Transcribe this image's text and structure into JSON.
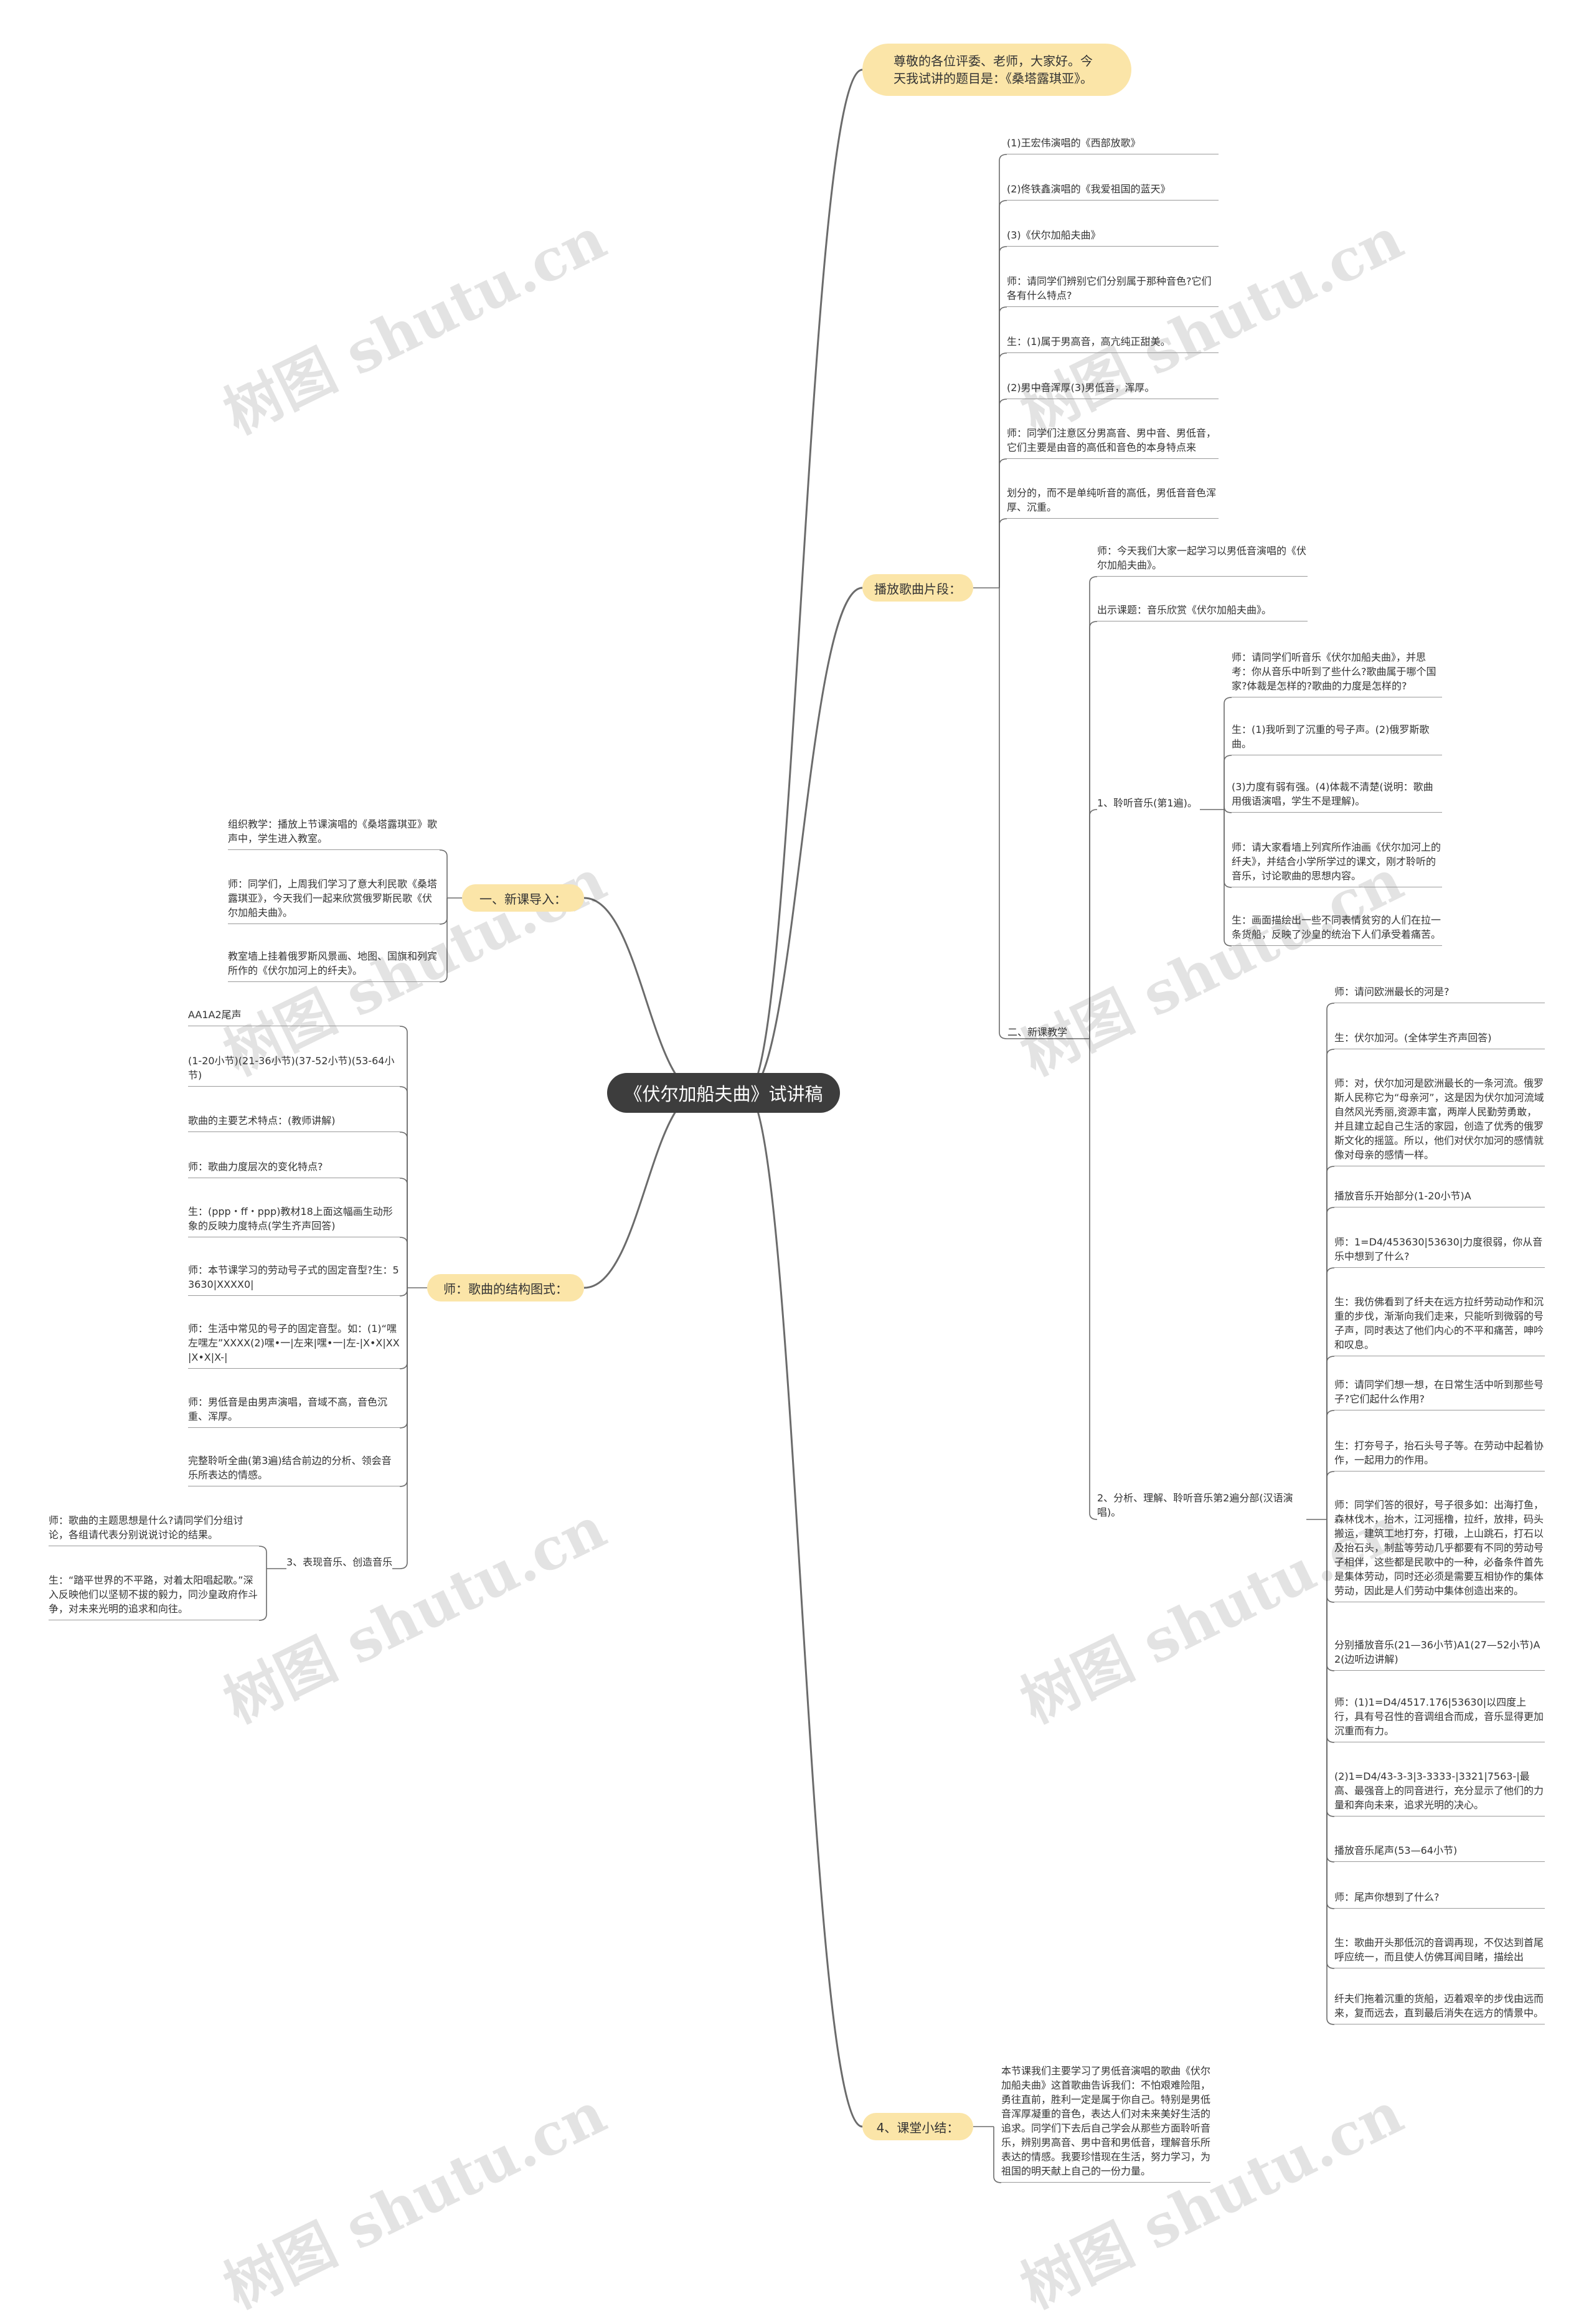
{
  "root": {
    "title": "《伏尔加船夫曲》试讲稿"
  },
  "greeting": "尊敬的各位评委、老师，大家好。今天我试讲的题目是：《桑塔露琪亚》。",
  "branches": {
    "play_clips": "播放歌曲片段：",
    "new_intro": "一、新课导入：",
    "structure": "师：歌曲的结构图式：",
    "summary": "4、课堂小结："
  },
  "play_clips_items": [
    "(1)王宏伟演唱的《西部放歌》",
    "(2)佟铁鑫演唱的《我爱祖国的蓝天》",
    "(3)《伏尔加船夫曲》",
    "师：请同学们辨别它们分别属于那种音色?它们各有什么特点?",
    "生：(1)属于男高音，高亢纯正甜美。",
    "(2)男中音浑厚(3)男低音，浑厚。",
    "师：同学们注意区分男高音、男中音、男低音，它们主要是由音的高低和音色的本身特点来",
    "划分的，而不是单纯听音的高低，男低音音色浑厚、沉重。"
  ],
  "teach": {
    "label": "二、新课教学",
    "intro1": "师：今天我们大家一起学习以男低音演唱的《伏尔加船夫曲》。",
    "intro2": "出示课题：音乐欣赏《伏尔加船夫曲》。",
    "listen_label": "1、聆听音乐(第1遍)。",
    "listen_items": [
      "师：请同学们听音乐《伏尔加船夫曲》，并思考：你从音乐中听到了些什么?歌曲属于哪个国家?体裁是怎样的?歌曲的力度是怎样的?",
      "生：(1)我听到了沉重的号子声。(2)俄罗斯歌曲。",
      "(3)力度有弱有强。(4)体裁不清楚(说明：歌曲用俄语演唱，学生不是理解)。",
      "师：请大家看墙上列宾所作油画《伏尔加河上的纤夫》，并结合小学所学过的课文，刚才聆听的音乐，讨论歌曲的思想内容。",
      "生：画面描绘出一些不同表情贫穷的人们在拉一条货船，反映了沙皇的统治下人们承受着痛苦。"
    ],
    "analyze_label": "2、分析、理解、聆听音乐第2遍分部(汉语演唱)。",
    "analyze_items": [
      "师：请问欧洲最长的河是?",
      "生：伏尔加河。(全体学生齐声回答)",
      "师：对，伏尔加河是欧洲最长的一条河流。俄罗斯人民称它为“母亲河”，这是因为伏尔加河流域自然风光秀丽,资源丰富，两岸人民勤劳勇敢，并且建立起自己生活的家园，创造了优秀的俄罗斯文化的摇篮。所以，他们对伏尔加河的感情就像对母亲的感情一样。",
      "播放音乐开始部分(1-20小节)A",
      "师：1=D4/453630|53630|力度很弱，你从音乐中想到了什么?",
      "生：我仿佛看到了纤夫在远方拉纤劳动动作和沉重的步伐，渐渐向我们走来，只能听到微弱的号子声，同时表达了他们内心的不平和痛苦，呻吟和叹息。",
      "师：请同学们想一想，在日常生活中听到那些号子?它们起什么作用?",
      "生：打夯号子，抬石头号子等。在劳动中起着协作，一起用力的作用。",
      "师：同学们答的很好，号子很多如：出海打鱼，森林伐木，抬木，江河摇橹，拉纤，放排，码头搬运，建筑工地打夯，打硪，上山跳石，打石以及抬石头，制盐等劳动几乎都要有不同的劳动号子相伴，这些都是民歌中的一种，必备条件首先是集体劳动，同时还必须是需要互相协作的集体劳动，因此是人们劳动中集体创造出来的。",
      "分别播放音乐(21—36小节)A1(27—52小节)A2(边听边讲解)",
      "师：(1)1=D4/4517.176|53630|以四度上行，具有号召性的音调组合而成，音乐显得更加沉重而有力。",
      "(2)1=D4/43-3-3|3-3333-|3321|7563-|最高、最强音上的同音进行，充分显示了他们的力量和奔向未来，追求光明的决心。",
      "播放音乐尾声(53—64小节)",
      "师：尾声你想到了什么?",
      "生：歌曲开头那低沉的音调再现，不仅达到首尾呼应统一，而且使人仿佛耳闻目睹，描绘出",
      "纤夫们拖着沉重的货船，迈着艰辛的步伐由远而来，复而远去，直到最后消失在远方的情景中。"
    ]
  },
  "summary_text": "本节课我们主要学习了男低音演唱的歌曲《伏尔加船夫曲》这首歌曲告诉我们：不怕艰难险阻，勇往直前，胜利一定是属于你自己。特别是男低音浑厚凝重的音色，表达人们对未来美好生活的追求。同学们下去后自己学会从那些方面聆听音乐，辨别男高音、男中音和男低音，理解音乐所表达的情感。我要珍惜现在生活，努力学习，为祖国的明天献上自己的一份力量。",
  "new_intro_items": [
    "组织教学：播放上节课演唱的《桑塔露琪亚》歌声中，学生进入教室。",
    "师：同学们，上周我们学习了意大利民歌《桑塔露琪亚》，今天我们一起来欣赏俄罗斯民歌《伏尔加船夫曲》。",
    "教室墙上挂着俄罗斯风景画、地图、国旗和列宾所作的《伏尔加河上的纤夫》。"
  ],
  "structure_items": [
    "AA1A2尾声",
    "(1-20小节)(21-36小节)(37-52小节)(53-64小节)",
    "歌曲的主要艺术特点：(教师讲解)",
    "师：歌曲力度层次的变化特点?",
    "生：(ppp・ff・ppp)教材18上面这幅画生动形象的反映力度特点(学生齐声回答)",
    "师：本节课学习的劳动号子式的固定音型?生：53630|XXXX0|",
    "师：生活中常见的号子的固定音型。如：(1)“嘿左嘿左”XXXX(2)嘿•一|左来|嘿•一|左-|X•X|XX|X•X|X-|",
    "师：男低音是由男声演唱，音域不高，音色沉重、浑厚。",
    "完整聆听全曲(第3遍)结合前边的分析、领会音乐所表达的情感。"
  ],
  "expression": {
    "label": "3、表现音乐、创造音乐",
    "items": [
      "师：歌曲的主题思想是什么?请同学们分组讨论，各组请代表分别说说讨论的结果。",
      "生：“踏平世界的不平路，对着太阳唱起歌。”深入反映他们以坚韧不拔的毅力，同沙皇政府作斗争，对未来光明的追求和向往。"
    ]
  },
  "watermark": "树图 shutu.cn",
  "colors": {
    "pill": "#fbe5a8",
    "root": "#3d3d3d",
    "line": "#6b6b6b"
  }
}
